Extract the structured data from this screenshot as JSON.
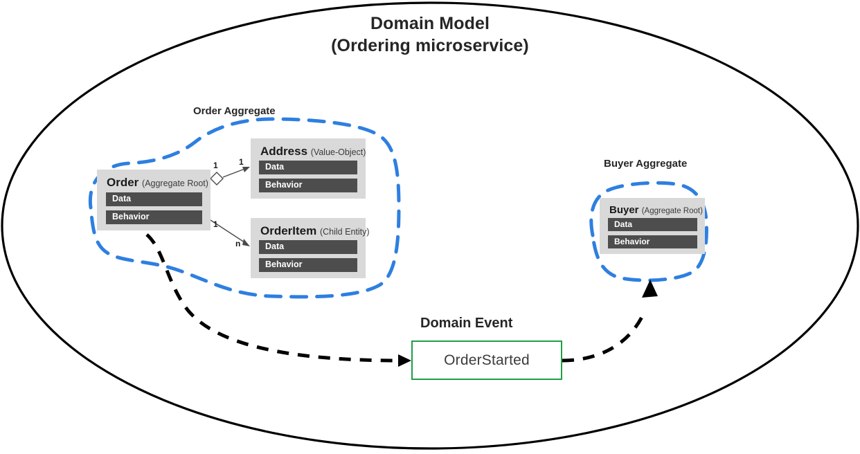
{
  "diagram": {
    "type": "ddd-domain-model",
    "title_line1": "Domain Model",
    "title_line2": "(Ordering microservice)",
    "boundary_shape": "ellipse",
    "colors": {
      "aggregate_outline": "#2E7FE0",
      "card_bg": "#D9D9D9",
      "band_bg": "#4D4D4D",
      "event_border": "#1E9E46",
      "ink": "#1a1a1a"
    },
    "aggregates": [
      {
        "label": "Order Aggregate",
        "entities": [
          {
            "name": "Order",
            "stereotype": "(Aggregate Root)",
            "sections": [
              "Data",
              "Behavior"
            ]
          },
          {
            "name": "Address",
            "stereotype": "(Value-Object)",
            "sections": [
              "Data",
              "Behavior"
            ]
          },
          {
            "name": "OrderItem",
            "stereotype": "(Child Entity)",
            "sections": [
              "Data",
              "Behavior"
            ]
          }
        ],
        "relations": [
          {
            "from": "Order",
            "to": "Address",
            "source_mult": "1",
            "target_mult": "1",
            "kind": "aggregation-diamond"
          },
          {
            "from": "Order",
            "to": "OrderItem",
            "source_mult": "1",
            "target_mult": "n",
            "kind": "association"
          }
        ]
      },
      {
        "label": "Buyer Aggregate",
        "entities": [
          {
            "name": "Buyer",
            "stereotype": "(Aggregate Root)",
            "sections": [
              "Data",
              "Behavior"
            ]
          }
        ],
        "relations": []
      }
    ],
    "domain_event": {
      "label": "Domain Event",
      "name": "OrderStarted"
    },
    "event_flows": [
      {
        "from": "Order Aggregate",
        "to": "OrderStarted",
        "style": "dashed-arrow"
      },
      {
        "from": "OrderStarted",
        "to": "Buyer Aggregate",
        "style": "dashed-arrow"
      }
    ]
  }
}
